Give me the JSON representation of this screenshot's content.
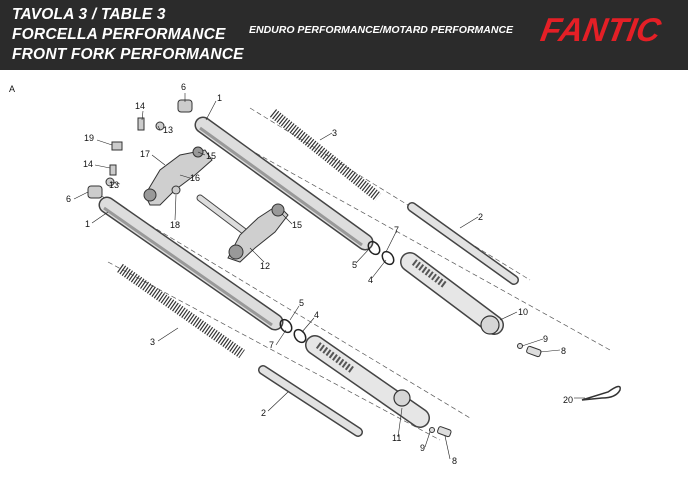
{
  "header": {
    "title_lines": [
      "TAVOLA 3 / TABLE 3",
      "FORCELLA PERFORMANCE",
      "FRONT FORK PERFORMANCE"
    ],
    "subtitle": "ENDURO PERFORMANCE/MOTARD PERFORMANCE",
    "brand": "FANTIC"
  },
  "diagram": {
    "section_letter": "A",
    "callouts": {
      "c1a": "1",
      "c1b": "1",
      "c2a": "2",
      "c2b": "2",
      "c3a": "3",
      "c3b": "3",
      "c4a": "4",
      "c4b": "4",
      "c5a": "5",
      "c5b": "5",
      "c6a": "6",
      "c6b": "6",
      "c7a": "7",
      "c7b": "7",
      "c8a": "8",
      "c8b": "8",
      "c9a": "9",
      "c9b": "9",
      "c10": "10",
      "c11": "11",
      "c12": "12",
      "c13a": "13",
      "c13b": "13",
      "c14a": "14",
      "c14b": "14",
      "c15a": "15",
      "c15b": "15",
      "c16": "16",
      "c17": "17",
      "c18": "18",
      "c19": "19",
      "c20": "20"
    }
  }
}
